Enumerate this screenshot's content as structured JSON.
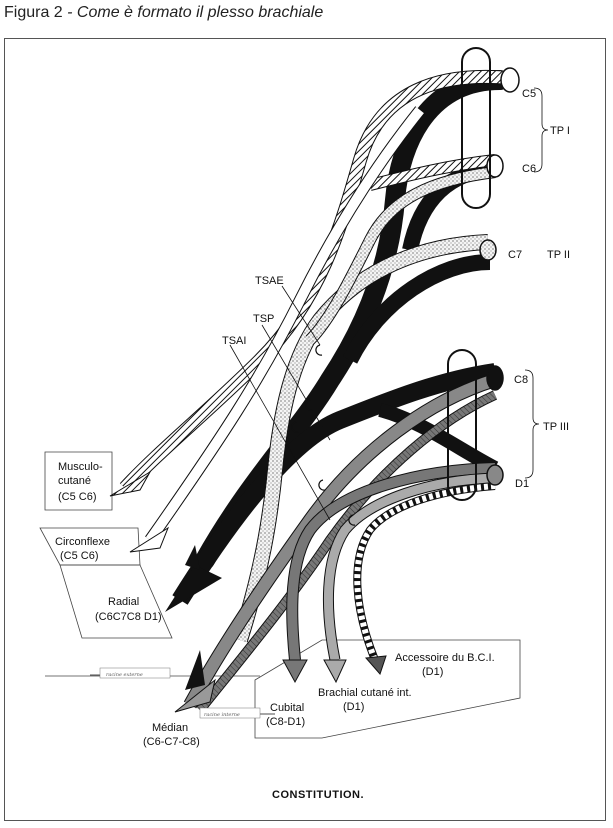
{
  "caption": {
    "prefix": "Figura 2",
    "title": " - Come è formato il plesso brachiale"
  },
  "roots": {
    "c5": "C5",
    "c6": "C6",
    "c7": "C7",
    "c8": "C8",
    "d1": "D1"
  },
  "trunks": {
    "tp1": "TP I",
    "tp2": "TP II",
    "tp3": "TP III"
  },
  "cords": {
    "tsae": "TSAE",
    "tsp": "TSP",
    "tsai": "TSAI"
  },
  "nerves": {
    "musculocutane": {
      "line1": "Musculo-",
      "line2": "cutané",
      "line3": "(C5 C6)"
    },
    "circonflexe": {
      "line1": "Circonflexe",
      "line2": "(C5 C6)"
    },
    "radial": {
      "line1": "Radial",
      "line2": "(C6C7C8 D1)"
    },
    "median": {
      "line1": "Médian",
      "line2": "(C6-C7-C8)"
    },
    "cubital": {
      "line1": "Cubital",
      "line2": "(C8-D1)"
    },
    "brachial": {
      "line1": "Brachial cutané int.",
      "line2": "(D1)"
    },
    "accessoire": {
      "line1": "Accessoire du B.C.I.",
      "line2": "(D1)"
    }
  },
  "small_labels": {
    "racine_ext": "racine externe",
    "racine_int": "racine interne"
  },
  "footer": {
    "title": "CONSTITUTION."
  }
}
